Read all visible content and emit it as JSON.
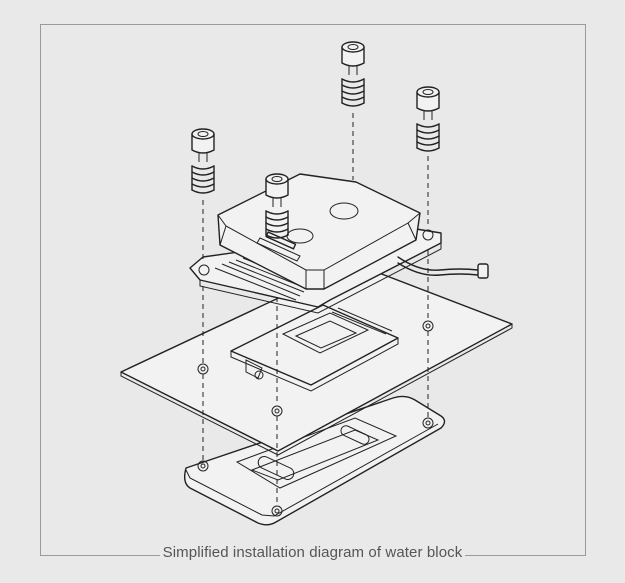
{
  "diagram": {
    "caption": "Simplified installation diagram of water block",
    "parts": [
      "screw-1",
      "screw-2",
      "screw-3",
      "screw-4",
      "water-block",
      "cable-connector",
      "motherboard",
      "cpu-socket",
      "backplate"
    ]
  }
}
